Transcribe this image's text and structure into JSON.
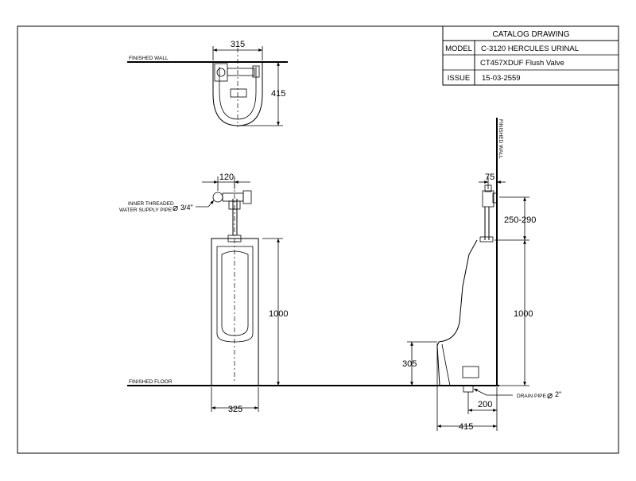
{
  "title_block": {
    "heading": "CATALOG DRAWING",
    "model_label": "MODEL",
    "model_value": "C-3120 HERCULES URINAL",
    "valve_value": "CT457XDUF Flush Valve",
    "issue_label": "ISSUE",
    "issue_value": "15-03-2559"
  },
  "labels": {
    "finished_wall_top": "FINISHED WALL",
    "finished_wall_side": "FINISHED WALL",
    "finished_floor": "FINISHED FLOOR",
    "supply_line1": "INNER THREADED",
    "supply_line2": "WATER SUPPLY PIPE",
    "supply_size": "3/4\"",
    "drain_label": "DRAIN PIPE",
    "drain_size": "2\""
  },
  "dimensions": {
    "top_width": "315",
    "top_depth": "415",
    "front_supply_offset": "120",
    "front_height": "1000",
    "front_width": "325",
    "side_valve_offset": "75",
    "side_valve_height": "250-290",
    "side_height": "1000",
    "side_lip_height": "305",
    "side_drain_offset": "200",
    "side_depth": "415"
  }
}
